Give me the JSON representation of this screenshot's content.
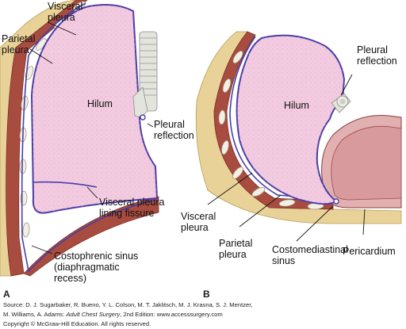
{
  "labels_a": {
    "visceral_pleura": "Visceral\npleura",
    "parietal_pleura": "Parietal\npleura",
    "hilum": "Hilum",
    "pleural_reflection": "Pleural\nreflection",
    "visceral_fissure": "Visceral pleura\nlining fissure",
    "costophrenic": "Costophrenic sinus\n(diaphragmatic\nrecess)",
    "panel": "A"
  },
  "labels_b": {
    "pleural_reflection": "Pleural\nreflection",
    "hilum": "Hilum",
    "visceral_pleura": "Visceral\npleura",
    "parietal_pleura": "Parietal\npleura",
    "costomediastinal": "Costomediastinal\nsinus",
    "pericardium": "Pericardium",
    "panel": "B"
  },
  "source": {
    "line1": "Source: D. J. Sugarbaker, R. Bueno, Y. L. Colson, M. T. Jaklitsch, M. J. Krasna, S. J. Mentzer,",
    "line2_prefix": "M. Williams, A. Adams: ",
    "book_title": "Adult Chest Surgery",
    "line2_suffix": ", 2nd Edition: www.accesssurgery.com",
    "line3": "Copyright © McGraw-Hill Education. All rights reserved."
  },
  "colors": {
    "lung": "#f2c8de",
    "lung_border": "#4a3ea8",
    "muscle": "#a8493e",
    "fat": "#e8cf92",
    "rib": "#f1eee4",
    "pericardium": "#e4b2b2",
    "trachea": "#e2e2de"
  }
}
